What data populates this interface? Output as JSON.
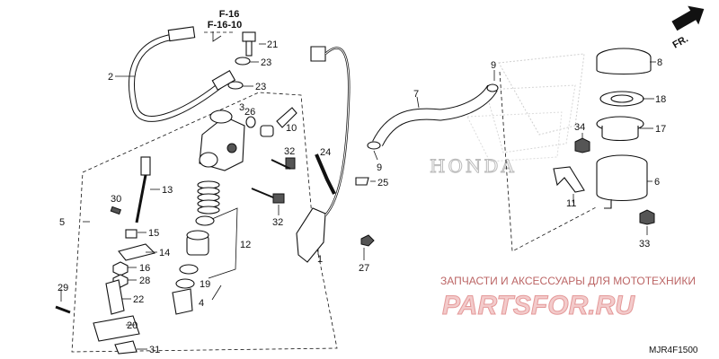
{
  "references": {
    "ref1": "F-16",
    "ref2": "F-16-10"
  },
  "direction": "FR.",
  "brand": "HONDA",
  "watermark": {
    "caption": "ЗАПЧАСТИ И АКСЕССУАРЫ ДЛЯ МОТОТЕХНИКИ",
    "site": "PARTSFOR.RU"
  },
  "diagram_code": "MJR4F1500",
  "callouts": {
    "c1": "1",
    "c2": "2",
    "c3": "3",
    "c4": "4",
    "c5": "5",
    "c6": "6",
    "c7": "7",
    "c8": "8",
    "c9a": "9",
    "c9b": "9",
    "c10": "10",
    "c11": "11",
    "c12": "12",
    "c13": "13",
    "c14": "14",
    "c15": "15",
    "c16": "16",
    "c17": "17",
    "c18": "18",
    "c19": "19",
    "c20": "20",
    "c21": "21",
    "c22": "22",
    "c23a": "23",
    "c23b": "23",
    "c24": "24",
    "c25": "25",
    "c26": "26",
    "c27": "27",
    "c28": "28",
    "c29": "29",
    "c30": "30",
    "c31": "31",
    "c32a": "32",
    "c32b": "32",
    "c33": "33",
    "c34": "34"
  }
}
